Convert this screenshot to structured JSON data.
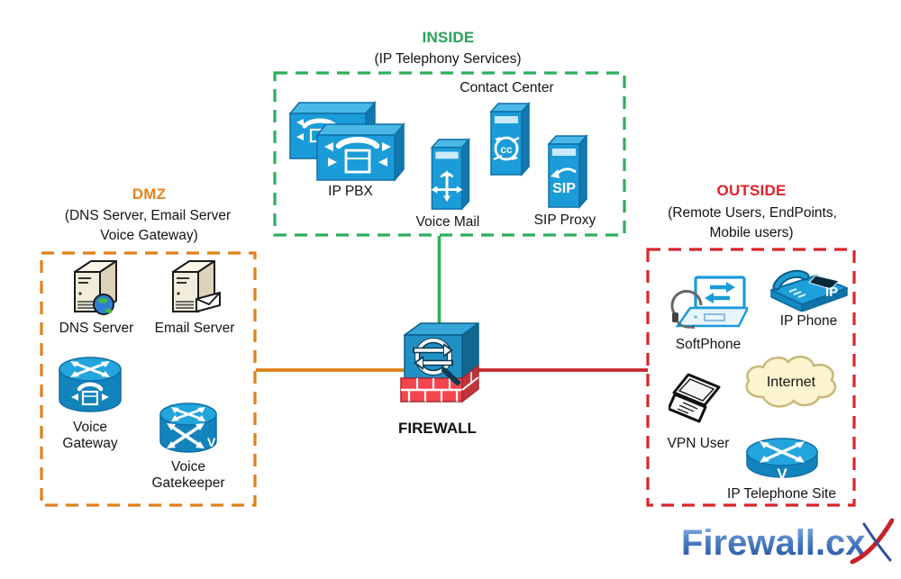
{
  "zones": {
    "inside": {
      "title": "INSIDE",
      "subtitle": "(IP Telephony Services)",
      "nodes": {
        "contact_center": "Contact Center",
        "ip_pbx": "IP PBX",
        "voice_mail": "Voice Mail",
        "sip_proxy": "SIP Proxy"
      }
    },
    "dmz": {
      "title": "DMZ",
      "subtitle_line1": "(DNS Server, Email Server",
      "subtitle_line2": "Voice Gateway)",
      "nodes": {
        "dns_server": "DNS Server",
        "email_server": "Email Server",
        "voice_gateway": "Voice Gateway",
        "voice_gatekeeper": "Voice Gatekeeper"
      }
    },
    "outside": {
      "title": "OUTSIDE",
      "subtitle_line1": "(Remote Users, EndPoints,",
      "subtitle_line2": "Mobile users)",
      "nodes": {
        "softphone": "SoftPhone",
        "ip_phone": "IP Phone",
        "internet": "Internet",
        "vpn_user": "VPN User",
        "ip_telephone_site": "IP Telephone Site"
      }
    }
  },
  "firewall": {
    "label": "FIREWALL"
  },
  "glyphs": {
    "sip": "SIP",
    "cc": "cc",
    "ip_phone_badge": "IP",
    "gatekeeper_v": "V",
    "telephone_site_v": "V"
  },
  "logo": {
    "text": "Firewall.cx"
  },
  "colors": {
    "inside_green": "#2eae5c",
    "dmz_orange": "#e0801b",
    "outside_red": "#d8262c",
    "icon_blue": "#1b9cd8",
    "brick_red": "#f4464e",
    "cloud_fill": "#fcf4ce"
  }
}
